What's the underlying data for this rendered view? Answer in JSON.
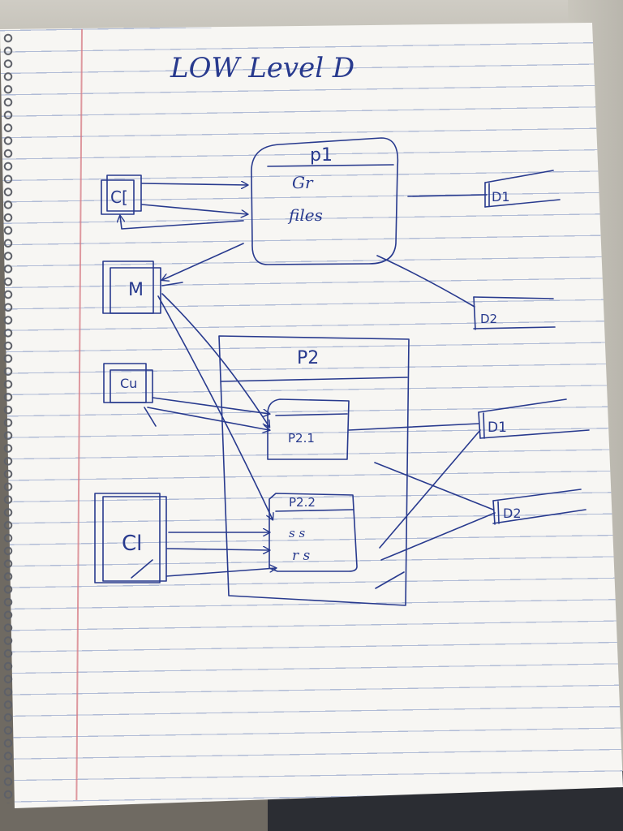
{
  "title": "LOW Level D",
  "nodes": {
    "p1": {
      "label": "p1",
      "line1": "Gr",
      "line2": "files"
    },
    "p2": {
      "label": "P2"
    },
    "p2_1": {
      "label": "P2.1"
    },
    "p2_2": {
      "label": "P2.2",
      "line1": "s s",
      "line2": "r s"
    },
    "c_top": {
      "label": "C["
    },
    "m": {
      "label": "M"
    },
    "cu": {
      "label": "Cu"
    },
    "cl": {
      "label": "Cl"
    },
    "d1_top": {
      "label": "D1"
    },
    "d2_top": {
      "label": "D2"
    },
    "d1_mid": {
      "label": "D1"
    },
    "d2_bottom": {
      "label": "D2"
    }
  },
  "ink_color": "#283a8e"
}
